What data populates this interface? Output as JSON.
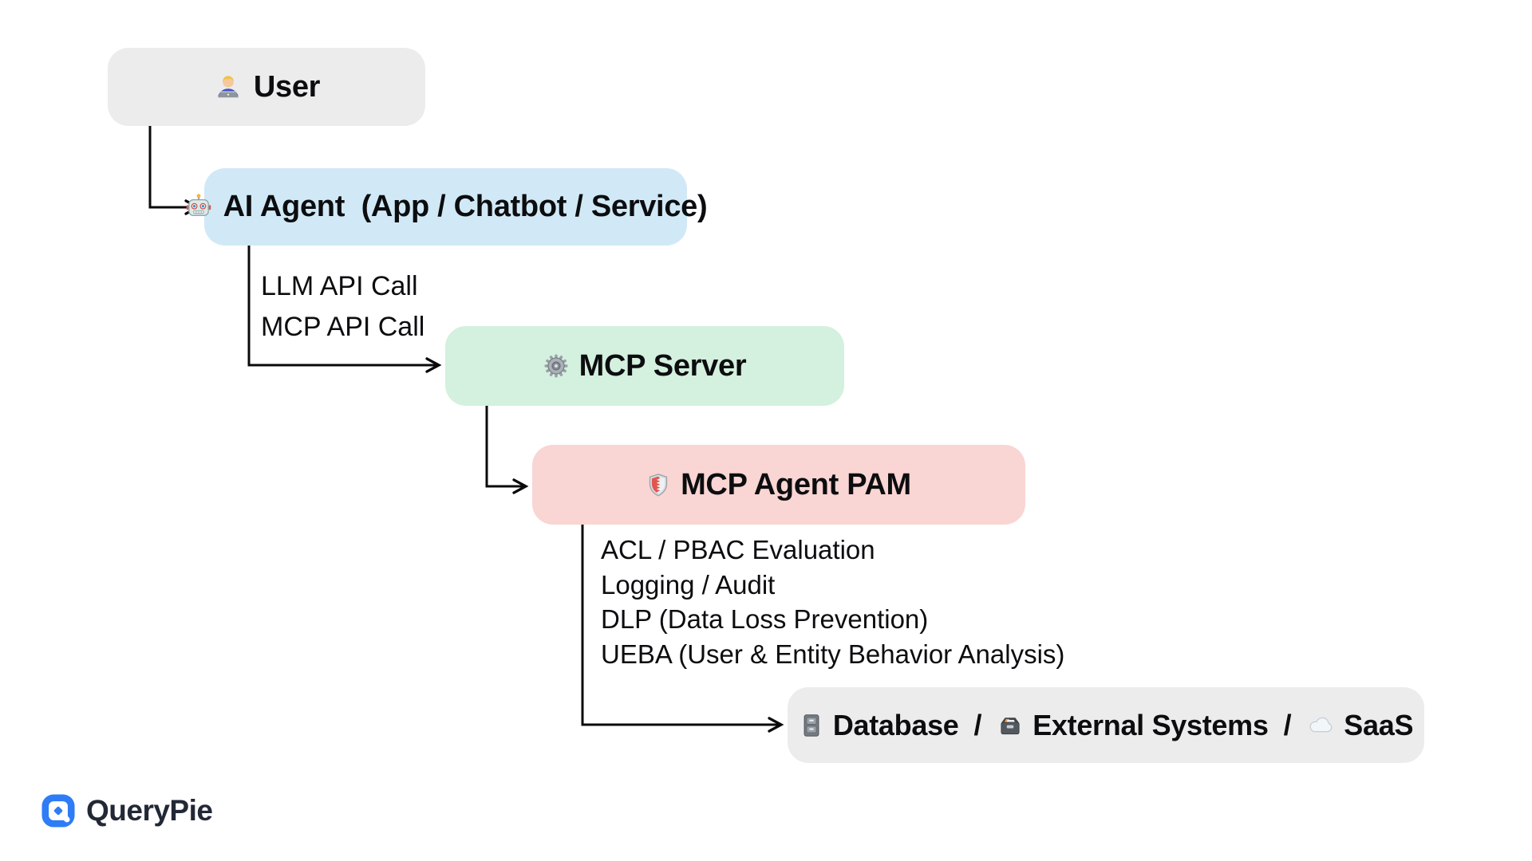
{
  "diagram_title": "MCP access flow diagram",
  "nodes": {
    "user": {
      "label": "User",
      "icon": "man-technologist",
      "bg": "#ececec"
    },
    "ai_agent": {
      "label": "AI Agent  (App / Chatbot / Service)",
      "icon": "robot",
      "bg": "#d1e9f6"
    },
    "mcp_server": {
      "label": "MCP Server",
      "icon": "gear",
      "bg": "#d4f0de"
    },
    "mcp_agent_pam": {
      "label": "MCP Agent PAM",
      "icon": "shield",
      "bg": "#f9d5d3"
    },
    "destinations": {
      "bg": "#ececec",
      "separator": "/",
      "items": [
        {
          "label": "Database",
          "icon": "file-cabinet"
        },
        {
          "label": "External Systems",
          "icon": "card-file-box"
        },
        {
          "label": "SaaS",
          "icon": "cloud"
        }
      ]
    }
  },
  "edge_labels": {
    "ai_to_mcp": [
      "LLM API Call",
      "MCP API Call"
    ],
    "pam_capabilities": [
      "ACL / PBAC Evaluation",
      "Logging / Audit",
      "DLP (Data Loss Prevention)",
      "UEBA (User & Entity Behavior Analysis)"
    ]
  },
  "footer": {
    "brand": "QueryPie",
    "brand_color": "#2e7cf6",
    "text_color": "#222835"
  },
  "colors": {
    "user_bg": "#ececec",
    "ai_agent_bg": "#d1e9f6",
    "mcp_server_bg": "#d4f0de",
    "mcp_agent_pam_bg": "#f9d5d3",
    "destinations_bg": "#ececec",
    "arrow": "#0a0a0a",
    "label_text": "#0c0d0f"
  }
}
